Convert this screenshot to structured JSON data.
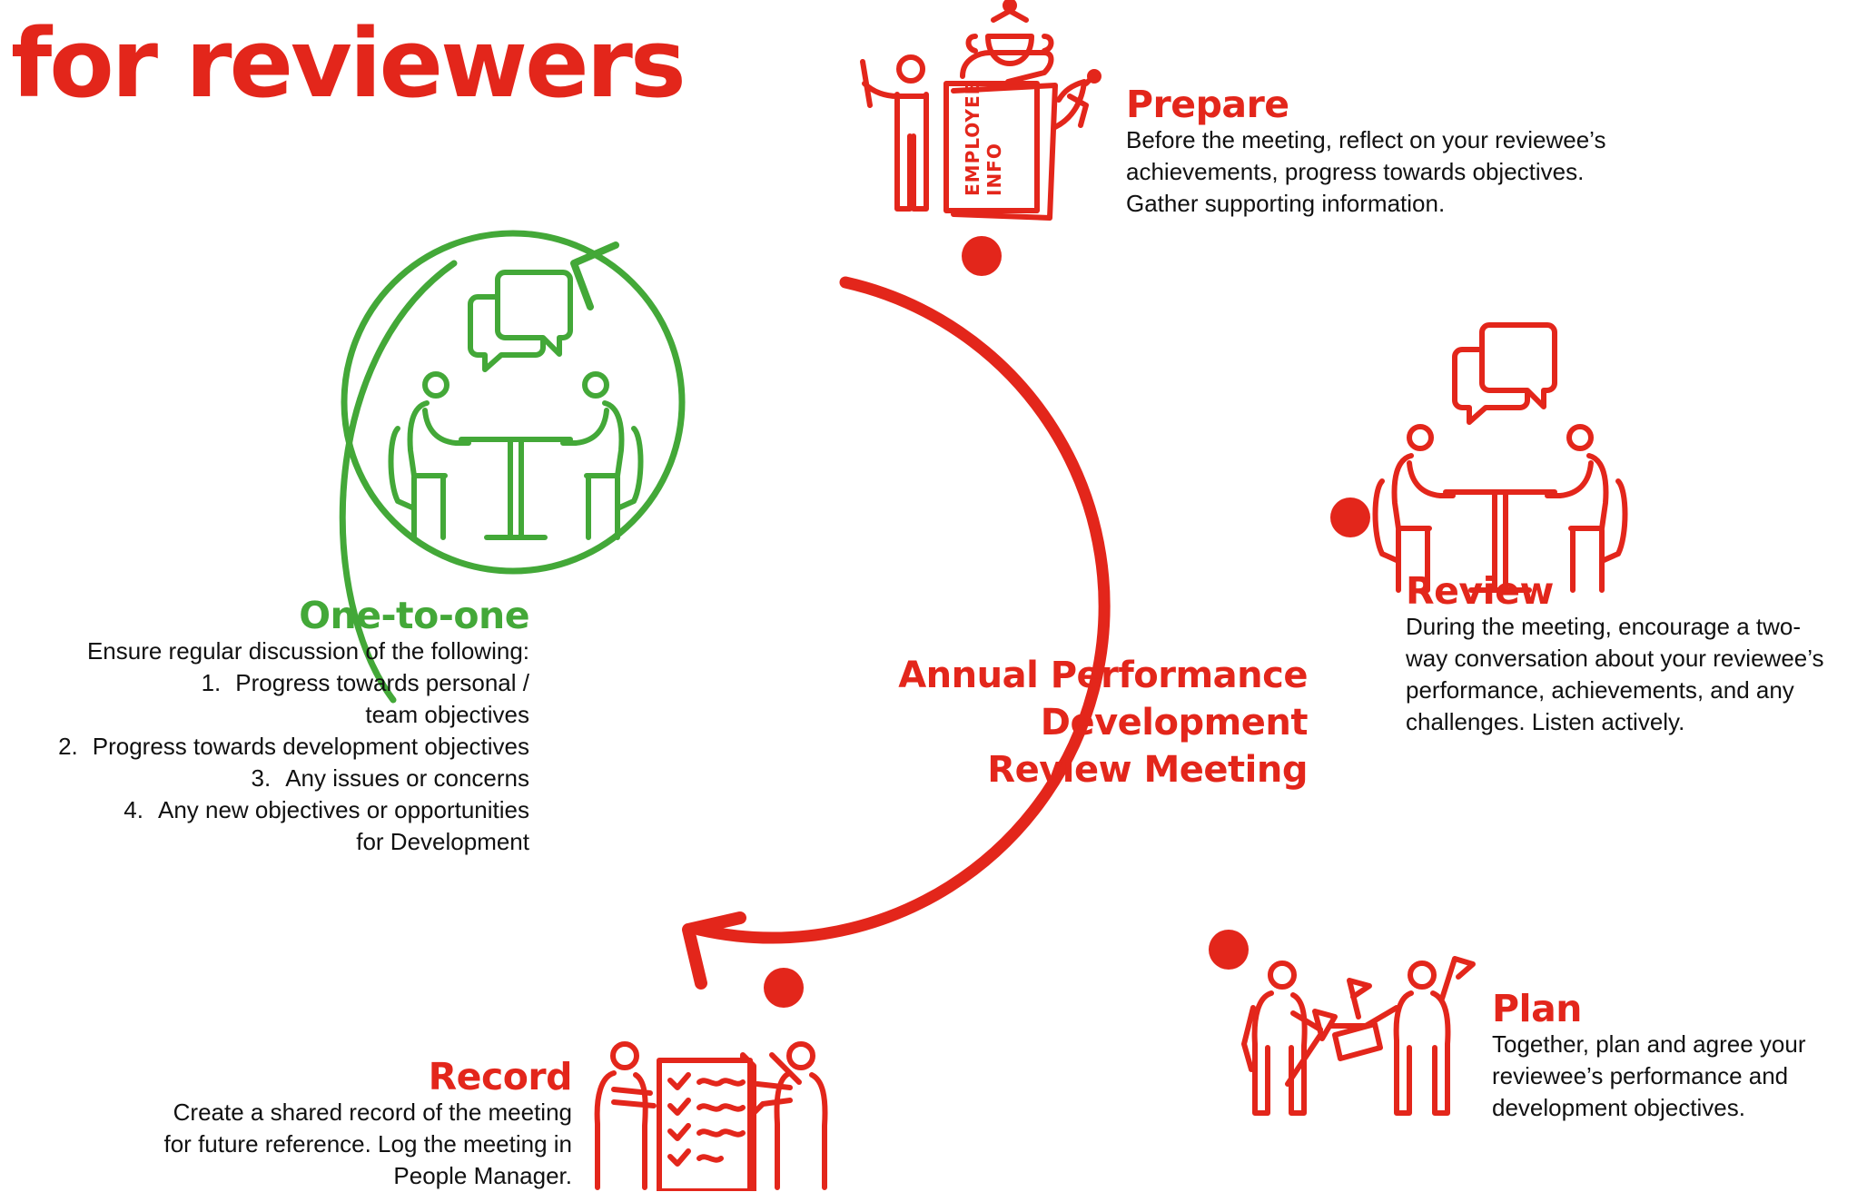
{
  "header": {
    "title": "for reviewers"
  },
  "colors": {
    "primary": "#e3261b",
    "secondary": "#43a838",
    "text": "#111111"
  },
  "center": {
    "title_lines": [
      "Annual Performance",
      "Development",
      "Review Meeting"
    ]
  },
  "stages": {
    "prepare": {
      "title": "Prepare",
      "lines": [
        "Before the meeting, reflect on your reviewee’s",
        "achievements, progress towards objectives.",
        "Gather supporting information."
      ],
      "icon": "employee-info-folder-icon",
      "folder_label": [
        "EMPLOYEE",
        "INFO"
      ]
    },
    "review": {
      "title": "Review",
      "lines": [
        "During the meeting, encourage a two-",
        "way conversation about your reviewee’s",
        "performance, achievements, and any",
        "challenges. Listen actively."
      ],
      "icon": "meeting-at-table-icon"
    },
    "plan": {
      "title": "Plan",
      "lines": [
        "Together, plan and agree your",
        "reviewee’s performance and",
        "development objectives."
      ],
      "icon": "people-planting-flags-icon"
    },
    "record": {
      "title": "Record",
      "lines": [
        "Create a shared record of the meeting",
        "for future reference. Log the meeting in",
        "People Manager."
      ],
      "icon": "shared-document-icon"
    },
    "one_to_one": {
      "title": "One-to-one",
      "intro": "Ensure regular discussion of the following:",
      "items": [
        {
          "num": "1.",
          "lines": [
            "Progress towards personal /",
            "team objectives"
          ]
        },
        {
          "num": "2.",
          "lines": [
            "Progress towards development objectives"
          ]
        },
        {
          "num": "3.",
          "lines": [
            "Any issues or concerns"
          ]
        },
        {
          "num": "4.",
          "lines": [
            "Any new objectives or opportunities",
            "for Development"
          ]
        }
      ],
      "icon": "one-to-one-meeting-icon"
    }
  }
}
